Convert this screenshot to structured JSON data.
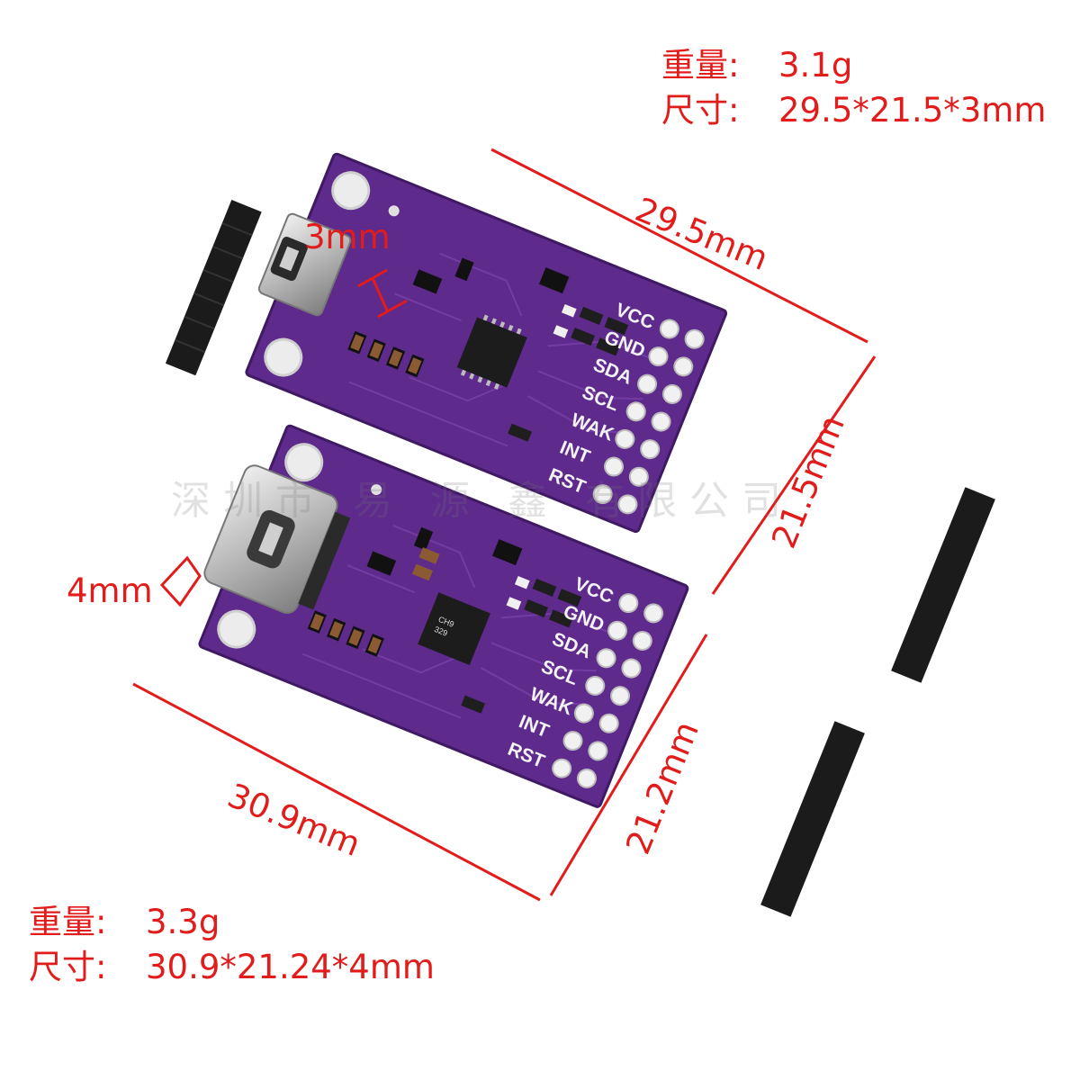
{
  "spec_top": {
    "weight_key": "重量:",
    "weight_value": "3.1g",
    "size_key": "尺寸:",
    "size_value": "29.5*21.5*3mm"
  },
  "spec_bottom": {
    "weight_key": "重量:",
    "weight_value": "3.3g",
    "size_key": "尺寸:",
    "size_value": "30.9*21.24*4mm"
  },
  "dimensions": {
    "top_board_width": "29.5mm",
    "top_board_height": "21.5mm",
    "top_board_thickness": "3mm",
    "bottom_board_width": "30.9mm",
    "bottom_board_height": "21.2mm",
    "bottom_board_thickness": "4mm"
  },
  "pin_labels": [
    "VCC",
    "GND",
    "SDA",
    "SCL",
    "WAK",
    "INT",
    "RST"
  ],
  "watermark": "深圳市 易 源 鑫 有限公司",
  "colors": {
    "board": "#5e2a8c",
    "annotation": "#e21b1b",
    "header": "#1b1b1b",
    "pin": "#c9c9c9"
  }
}
